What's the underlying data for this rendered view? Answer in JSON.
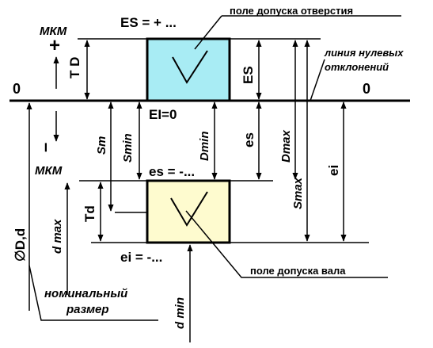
{
  "labels": {
    "es_upper": "ES = + ...",
    "hole_zone": "поле допуска отверстия",
    "mkm_top": "МКМ",
    "plus": "+",
    "zero_left": "0",
    "zero_right": "0",
    "TD": "T D",
    "ES": "ES",
    "zero_line_name": "линия нулевых отклонений",
    "EI": "EI=0",
    "minus": "–",
    "Sm": "Sm",
    "Smin": "Smin",
    "Dmin": "Dmin",
    "es_mid": "es",
    "Dmax": "Dmax",
    "ei": "ei",
    "Smax": "Smax",
    "mkm_bottom": "МКМ",
    "es_lower": "es = -...",
    "d_max": "d max",
    "Td": "Td",
    "ei_lower": "ei = -...",
    "shaft_zone": "поле допуска вала",
    "D_d": "∅D,d",
    "nominal": "номинальный размер",
    "d_min": "d min"
  },
  "colors": {
    "hole_fill": "#a8ecf4",
    "shaft_fill": "#fefbcf",
    "line": "#000000"
  }
}
